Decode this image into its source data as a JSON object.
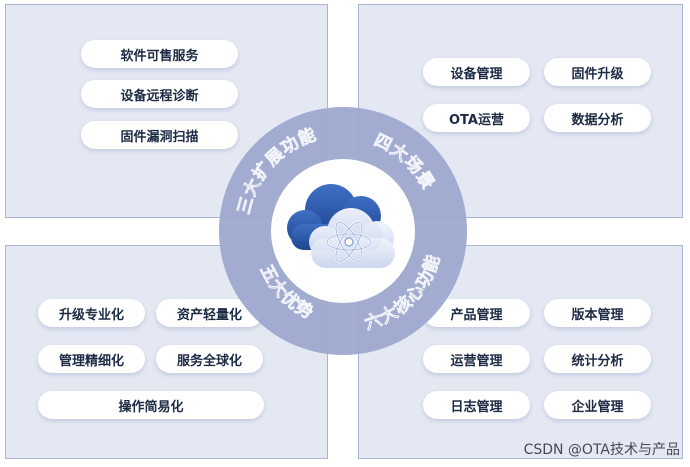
{
  "top_left": {
    "items": [
      "软件可售服务",
      "设备远程诊断",
      "固件漏洞扫描"
    ]
  },
  "top_right": {
    "items": [
      "设备管理",
      "固件升级",
      "OTA运营",
      "数据分析"
    ]
  },
  "bottom_left": {
    "items": [
      "升级专业化",
      "资产轻量化",
      "管理精细化",
      "服务全球化",
      "操作简易化"
    ]
  },
  "bottom_right": {
    "items": [
      "产品管理",
      "版本管理",
      "运营管理",
      "统计分析",
      "日志管理",
      "企业管理"
    ]
  },
  "ring_labels": {
    "top_left": "三大扩展功能",
    "top_right": "四大场景",
    "bottom_left": "五大优势",
    "bottom_right": "六大核心功能"
  },
  "center_icon": "cloud-atom-icon",
  "watermark": "CSDN @OTA技术与产品",
  "colors": {
    "panel_bg": "#e4e8f3",
    "panel_border": "#a9b5d3",
    "ring": "#9ea9cf",
    "cloud_dark": "#2a56a6",
    "cloud_light": "#dfe7f6",
    "text": "#1d2a44"
  }
}
